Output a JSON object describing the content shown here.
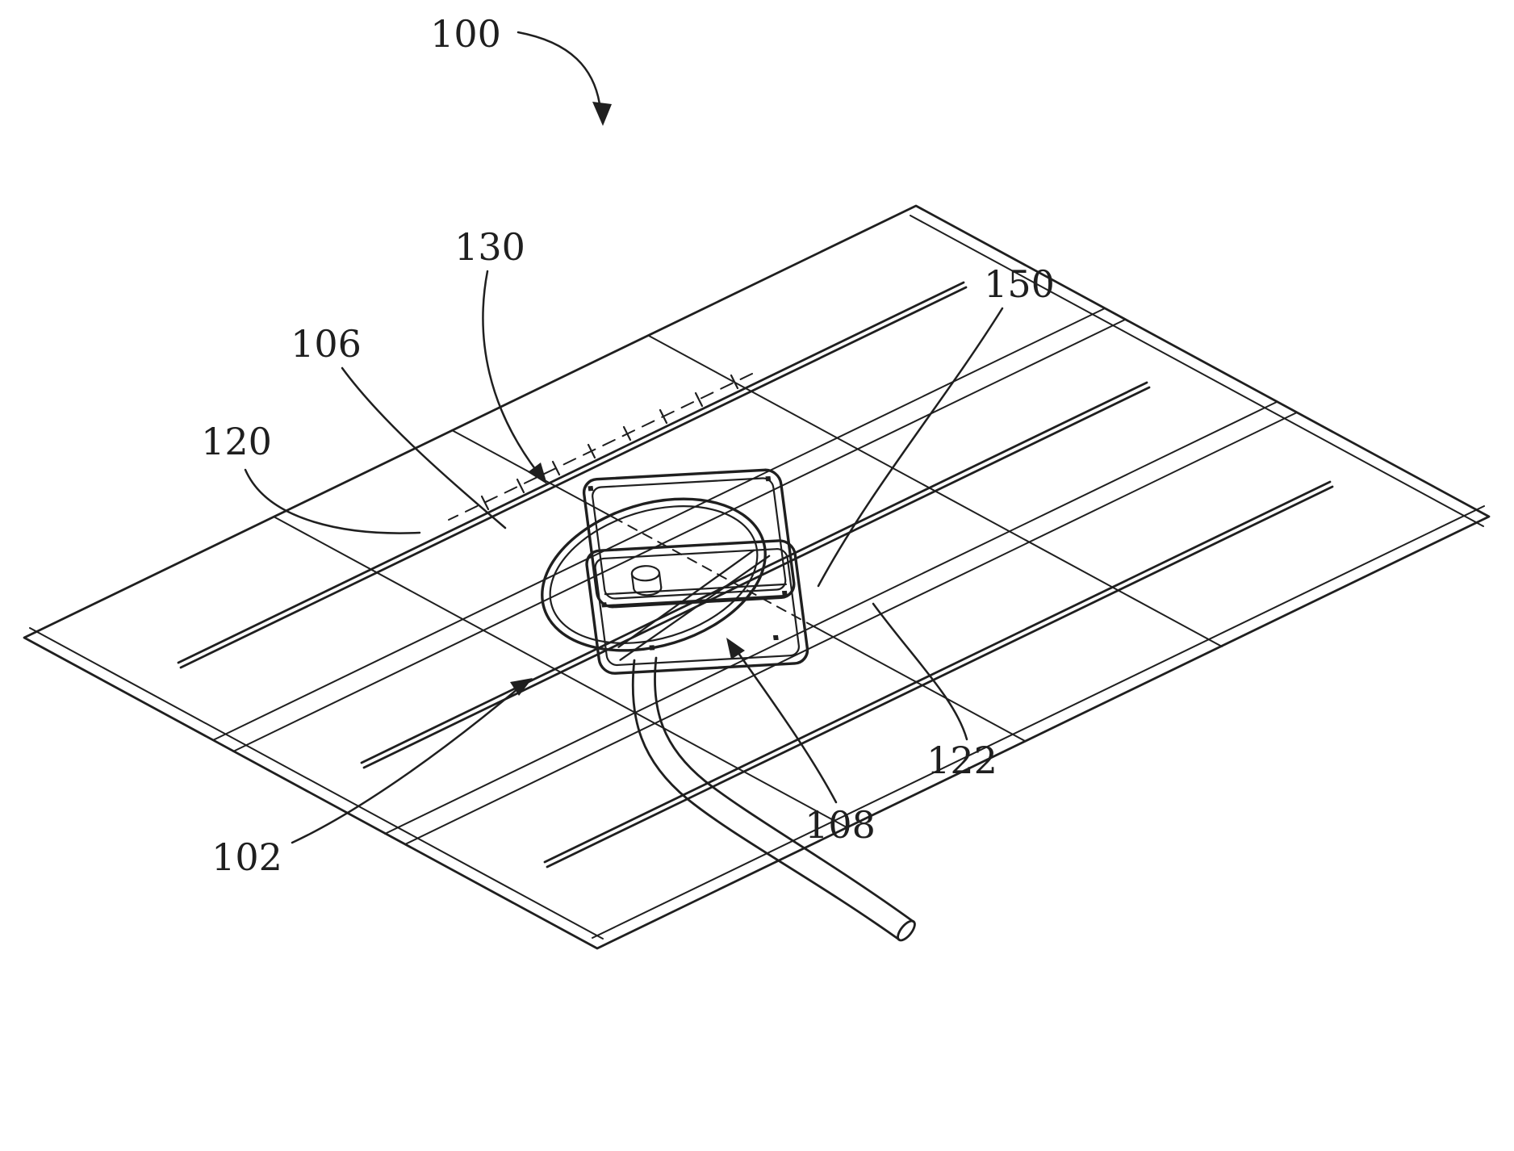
{
  "figure": {
    "reference_numerals": {
      "n100": "100",
      "n102": "102",
      "n106": "106",
      "n108": "108",
      "n120": "120",
      "n122": "122",
      "n130": "130",
      "n150": "150"
    },
    "colors": {
      "line": "#1f1f1f",
      "background": "#ffffff"
    }
  }
}
